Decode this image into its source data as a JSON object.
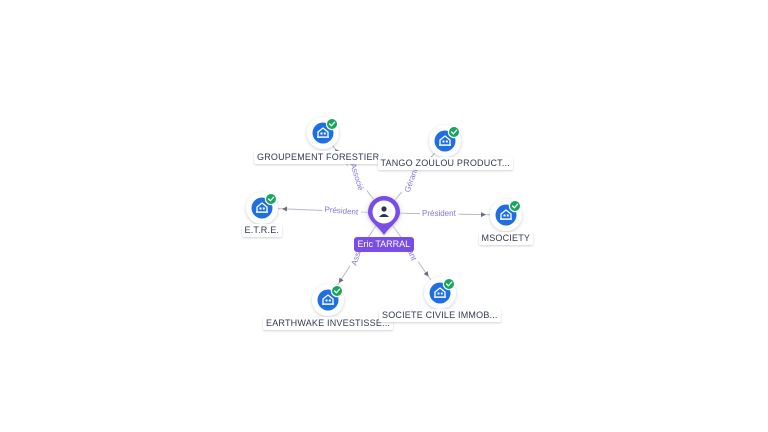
{
  "person": {
    "name": "Eric TARRAL"
  },
  "companies": [
    {
      "id": "groupement",
      "name": "GROUPEMENT FORESTIER",
      "relation": "Associé",
      "verified": true
    },
    {
      "id": "tango",
      "name": "TANGO ZOULOU PRODUCT...",
      "relation": "Gérant",
      "verified": true
    },
    {
      "id": "etre",
      "name": "E.T.R.E.",
      "relation": "Président",
      "verified": true
    },
    {
      "id": "msociety",
      "name": "MSOCIETY",
      "relation": "Président",
      "verified": true
    },
    {
      "id": "earthwake",
      "name": "EARTHWAKE INVESTISSE...",
      "relation": "Associé",
      "verified": true
    },
    {
      "id": "sci",
      "name": "SOCIETE CIVILE IMMOB...",
      "relation": "Gérant",
      "verified": true
    }
  ],
  "colors": {
    "person_accent": "#7a4de6",
    "company_icon": "#1f6fe0",
    "verified_badge": "#14a85a",
    "edge": "#8a73d8",
    "label_text": "#2f3a52"
  },
  "icons": {
    "person": "person-icon",
    "company": "building-icon",
    "verified": "check-badge-icon"
  }
}
